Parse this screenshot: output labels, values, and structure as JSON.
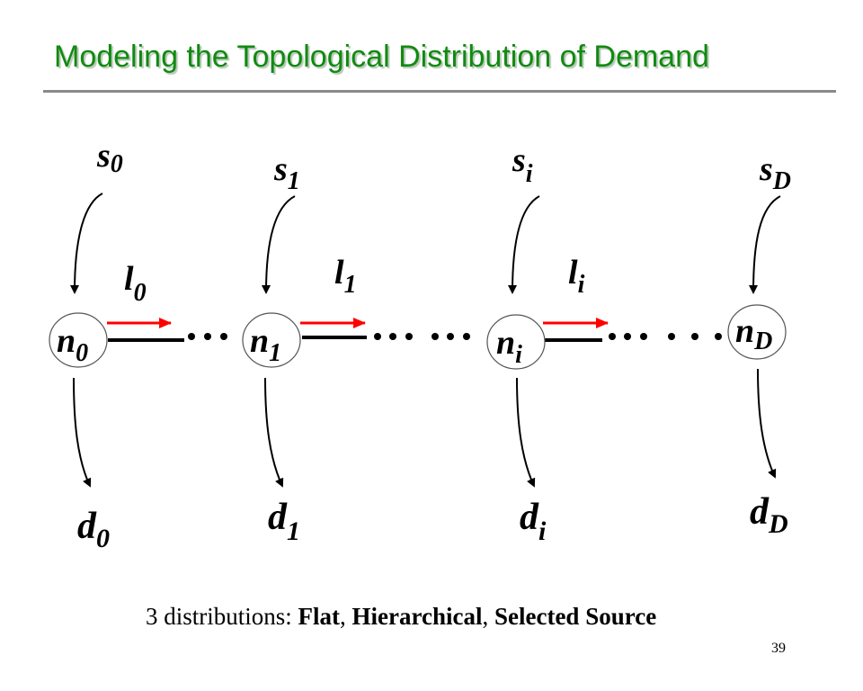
{
  "title": "Modeling the Topological Distribution of Demand",
  "nodes": [
    {
      "base": "n",
      "sub": "0",
      "source_base": "s",
      "source_sub": "0",
      "demand_base": "d",
      "demand_sub": "0",
      "link_base": "l",
      "link_sub": "0"
    },
    {
      "base": "n",
      "sub": "1",
      "source_base": "s",
      "source_sub": "1",
      "demand_base": "d",
      "demand_sub": "1",
      "link_base": "l",
      "link_sub": "1"
    },
    {
      "base": "n",
      "sub": "i",
      "source_base": "s",
      "source_sub": "i",
      "demand_base": "d",
      "demand_sub": "i",
      "link_base": "l",
      "link_sub": "i"
    },
    {
      "base": "n",
      "sub": "D",
      "source_base": "s",
      "source_sub": "D",
      "demand_base": "d",
      "demand_sub": "D"
    }
  ],
  "caption": {
    "prefix": "3 distributions: ",
    "items": [
      "Flat",
      "Hierarchical",
      "Selected Source"
    ],
    "sep": ", "
  },
  "page_number": "39",
  "colors": {
    "title": "#118a11",
    "flow_arrow": "#ff0000"
  }
}
